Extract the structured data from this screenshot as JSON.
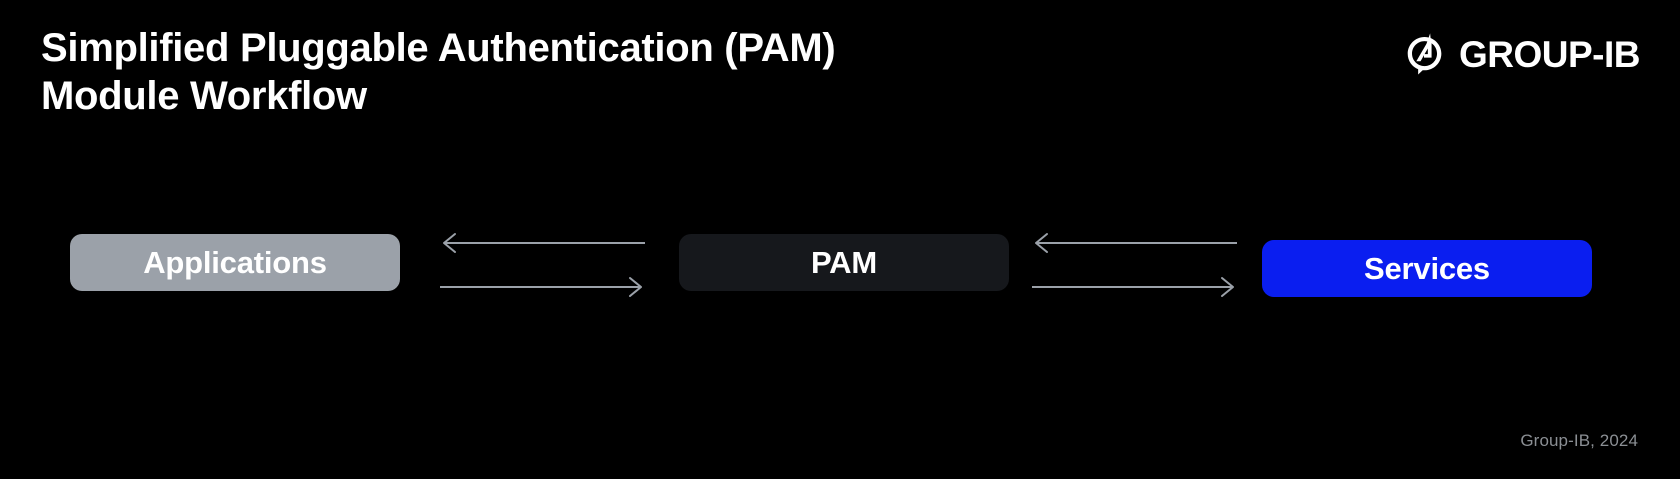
{
  "page": {
    "background_color": "#000000",
    "title": "Simplified Pluggable Authentication (PAM)\nModule Workflow"
  },
  "brand": {
    "logo_icon": "group-ib-logo-icon",
    "wordmark": "GROUP-IB",
    "color": "#ffffff"
  },
  "diagram": {
    "type": "flow",
    "nodes": [
      {
        "id": "applications",
        "label": "Applications",
        "fill": "#9ba1a9",
        "text_color": "#ffffff"
      },
      {
        "id": "pam",
        "label": "PAM",
        "fill": "#16181c",
        "text_color": "#ffffff"
      },
      {
        "id": "services",
        "label": "Services",
        "fill": "#0a1ef0",
        "text_color": "#ffffff"
      }
    ],
    "connectors": [
      {
        "id": "applications-pam",
        "from": "pam",
        "to": "applications",
        "pair": [
          {
            "direction": "left",
            "from": "pam",
            "to": "applications"
          },
          {
            "direction": "right",
            "from": "applications",
            "to": "pam"
          }
        ],
        "stroke": "#9ba1a9"
      },
      {
        "id": "pam-services",
        "from": "services",
        "to": "pam",
        "pair": [
          {
            "direction": "left",
            "from": "services",
            "to": "pam"
          },
          {
            "direction": "right",
            "from": "pam",
            "to": "services"
          }
        ],
        "stroke": "#9ba1a9"
      }
    ]
  },
  "footer": {
    "credit": "Group-IB, 2024",
    "color": "#8b8f94"
  }
}
